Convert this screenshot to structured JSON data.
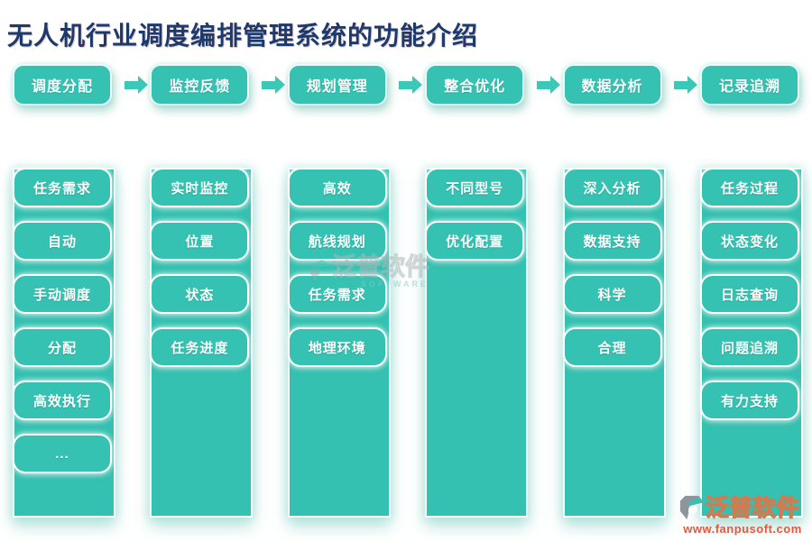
{
  "title": "无人机行业调度编排管理系统的功能介绍",
  "flow": {
    "steps": [
      "调度分配",
      "监控反馈",
      "规划管理",
      "整合优化",
      "数据分析",
      "记录追溯"
    ]
  },
  "columns": [
    {
      "items": [
        "任务需求",
        "自动",
        "手动调度",
        "分配",
        "高效执行",
        "..."
      ]
    },
    {
      "items": [
        "实时监控",
        "位置",
        "状态",
        "任务进度"
      ]
    },
    {
      "items": [
        "高效",
        "航线规划",
        "任务需求",
        "地理环境"
      ]
    },
    {
      "items": [
        "不同型号",
        "优化配置"
      ]
    },
    {
      "items": [
        "深入分析",
        "数据支持",
        "科学",
        "合理"
      ]
    },
    {
      "items": [
        "任务过程",
        "状态变化",
        "日志查询",
        "问题追溯",
        "有力支持"
      ]
    }
  ],
  "watermark": {
    "brand": "泛普软件",
    "sub": "SOFTWARE"
  },
  "logo": {
    "brand": "泛普软件",
    "url": "www.fanpusoft.com"
  },
  "colors": {
    "teal": "#35c2b2",
    "arrow": "#3cc8b8",
    "title_navy": "#1c3a6e",
    "logo_url_red": "#e2593f"
  }
}
